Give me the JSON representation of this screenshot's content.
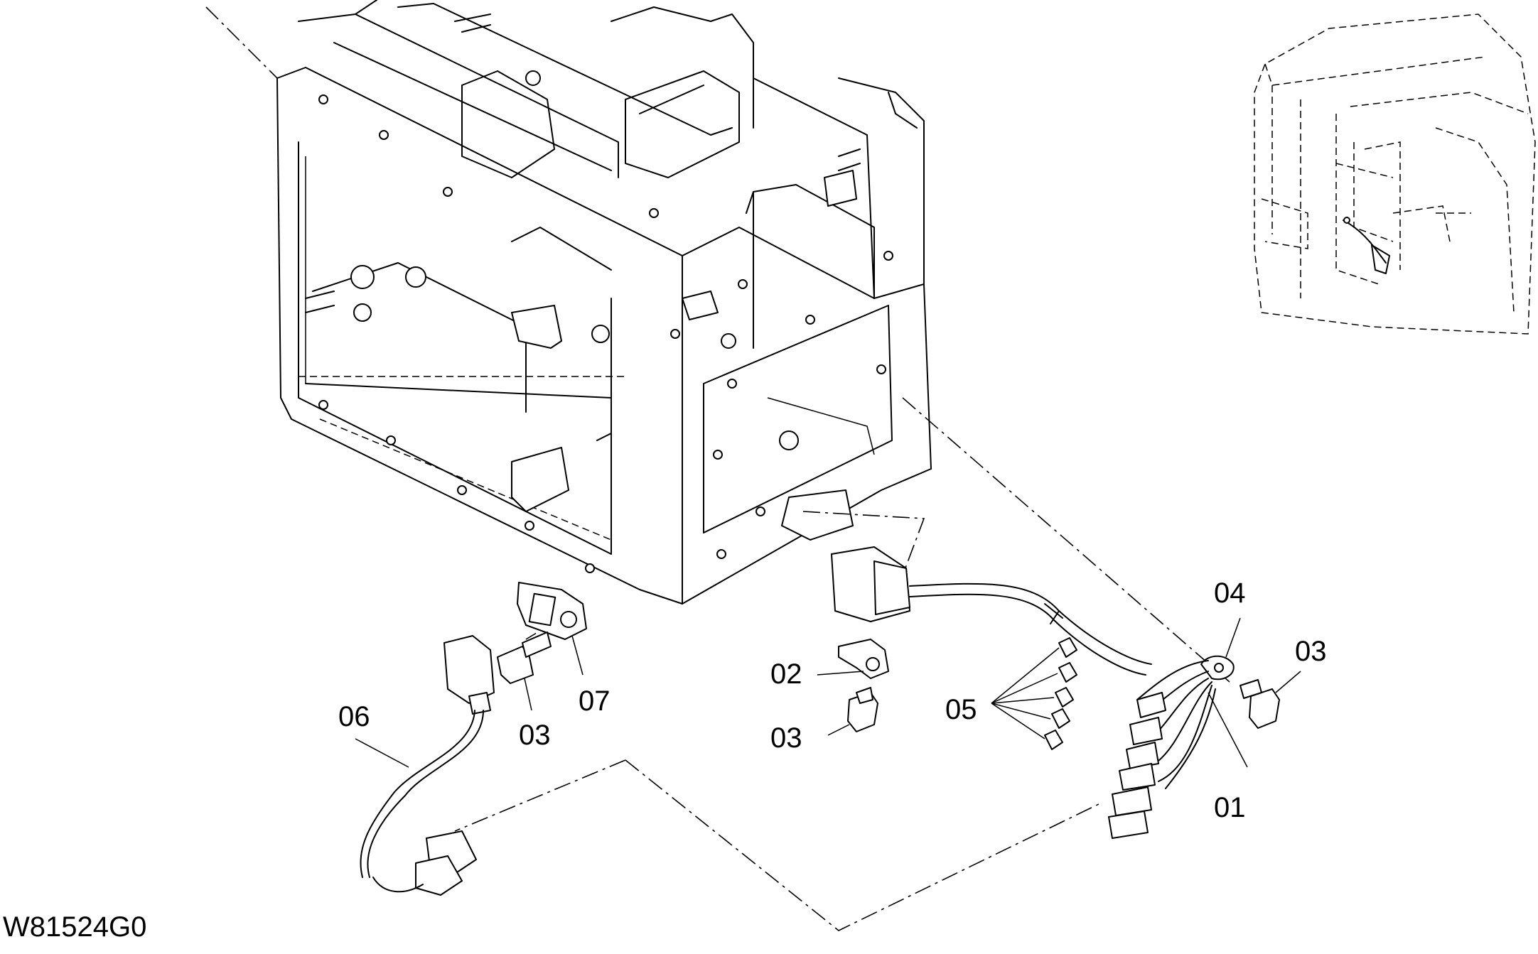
{
  "drawing_code": "W81524G0",
  "callouts": {
    "c01": "01",
    "c02": "02",
    "c03a": "03",
    "c03b": "03",
    "c03c": "03",
    "c04": "04",
    "c05": "05",
    "c06": "06",
    "c07": "07"
  }
}
